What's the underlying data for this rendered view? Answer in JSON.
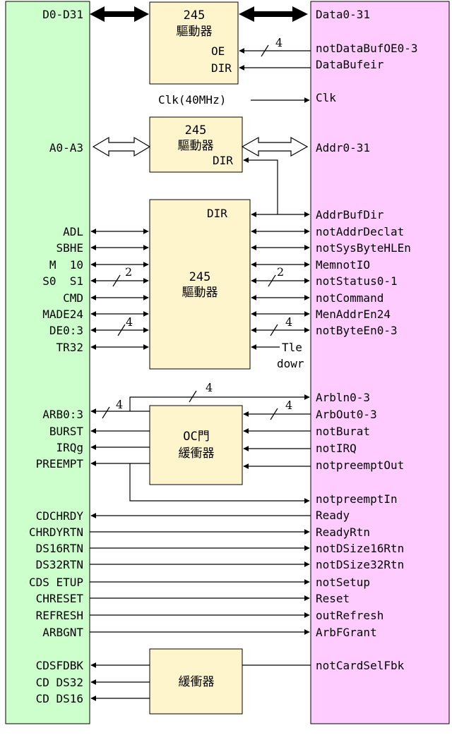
{
  "colors": {
    "left_panel": "#ccffcc",
    "right_panel": "#ffccff",
    "block": "#fff5cc",
    "line": "#000000"
  },
  "blocks": {
    "data_buffer": {
      "top": "245",
      "bottom": "驅動器",
      "oe": "OE",
      "dir": "DIR"
    },
    "addr_buffer": {
      "top": "245",
      "bottom": "驅動器",
      "dir": "DIR"
    },
    "ctrl_buffer": {
      "top": "245",
      "bottom": "驅動器",
      "dir": "DIR"
    },
    "oc_buffer": {
      "top": "OC門",
      "bottom": "緩衝器"
    },
    "card_buffer": {
      "label": "緩衝器"
    }
  },
  "clock_label": "Clk(40MHz)",
  "bus_widths": {
    "data_oe": "4",
    "s0s1": "2",
    "status": "2",
    "de": "4",
    "byte_en": "4",
    "arb_in": "4",
    "arb_left": "4",
    "arb_out": "4"
  },
  "left_signals": [
    "D0-D31",
    "A0-A3",
    "ADL",
    "SBHE",
    "M  10",
    "S0  S1",
    "CMD",
    "MADE24",
    "DE0:3",
    "TR32",
    "ARB0:3",
    "BURST",
    "IRQg",
    "PREEMPT",
    "CDCHRDY",
    "CHRDYRTN",
    "DS16RTN",
    "DS32RTN",
    "CDS ETUP",
    "CHRESET",
    "REFRESH",
    "ARBGNT",
    "CDSFDBK",
    "CD DS32",
    "CD DS16"
  ],
  "right_signals": [
    "Data0-31",
    "notDataBufOE0-3",
    "DataBufeir",
    "Clk",
    "Addr0-31",
    "AddrBufDir",
    "notAddrDeclat",
    "notSysByteHLEn",
    "MemnotIO",
    "notStatus0-1",
    "notCommand",
    "MenAddrEn24",
    "notByteEn0-3",
    "Tle",
    "dowr",
    "Arbln0-3",
    "ArbOut0-3",
    "notBurat",
    "notIRQ",
    "notpreemptOut",
    "notpreemptIn",
    "Ready",
    "ReadyRtn",
    "notDSize16Rtn",
    "notDSize32Rtn",
    "notSetup",
    "Reset",
    "outRefresh",
    "ArbFGrant",
    "notCardSelFbk"
  ]
}
